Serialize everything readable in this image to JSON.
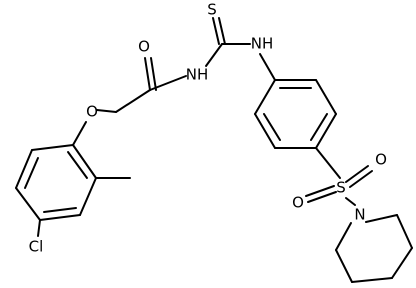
{
  "diagram": {
    "type": "chemical-structure",
    "colors": {
      "bond": "#000000",
      "label": "#000000",
      "background": "#ffffff"
    },
    "atom_labels": {
      "O_ether": "O",
      "O_carbonyl": "O",
      "NH_amide": "NH",
      "S_thio": "S",
      "NH_aryl": "NH",
      "S_sulfonyl": "S",
      "O_sulfonyl_left": "O",
      "O_sulfonyl_right": "O",
      "N_piperidine": "N",
      "Cl": "Cl"
    }
  }
}
